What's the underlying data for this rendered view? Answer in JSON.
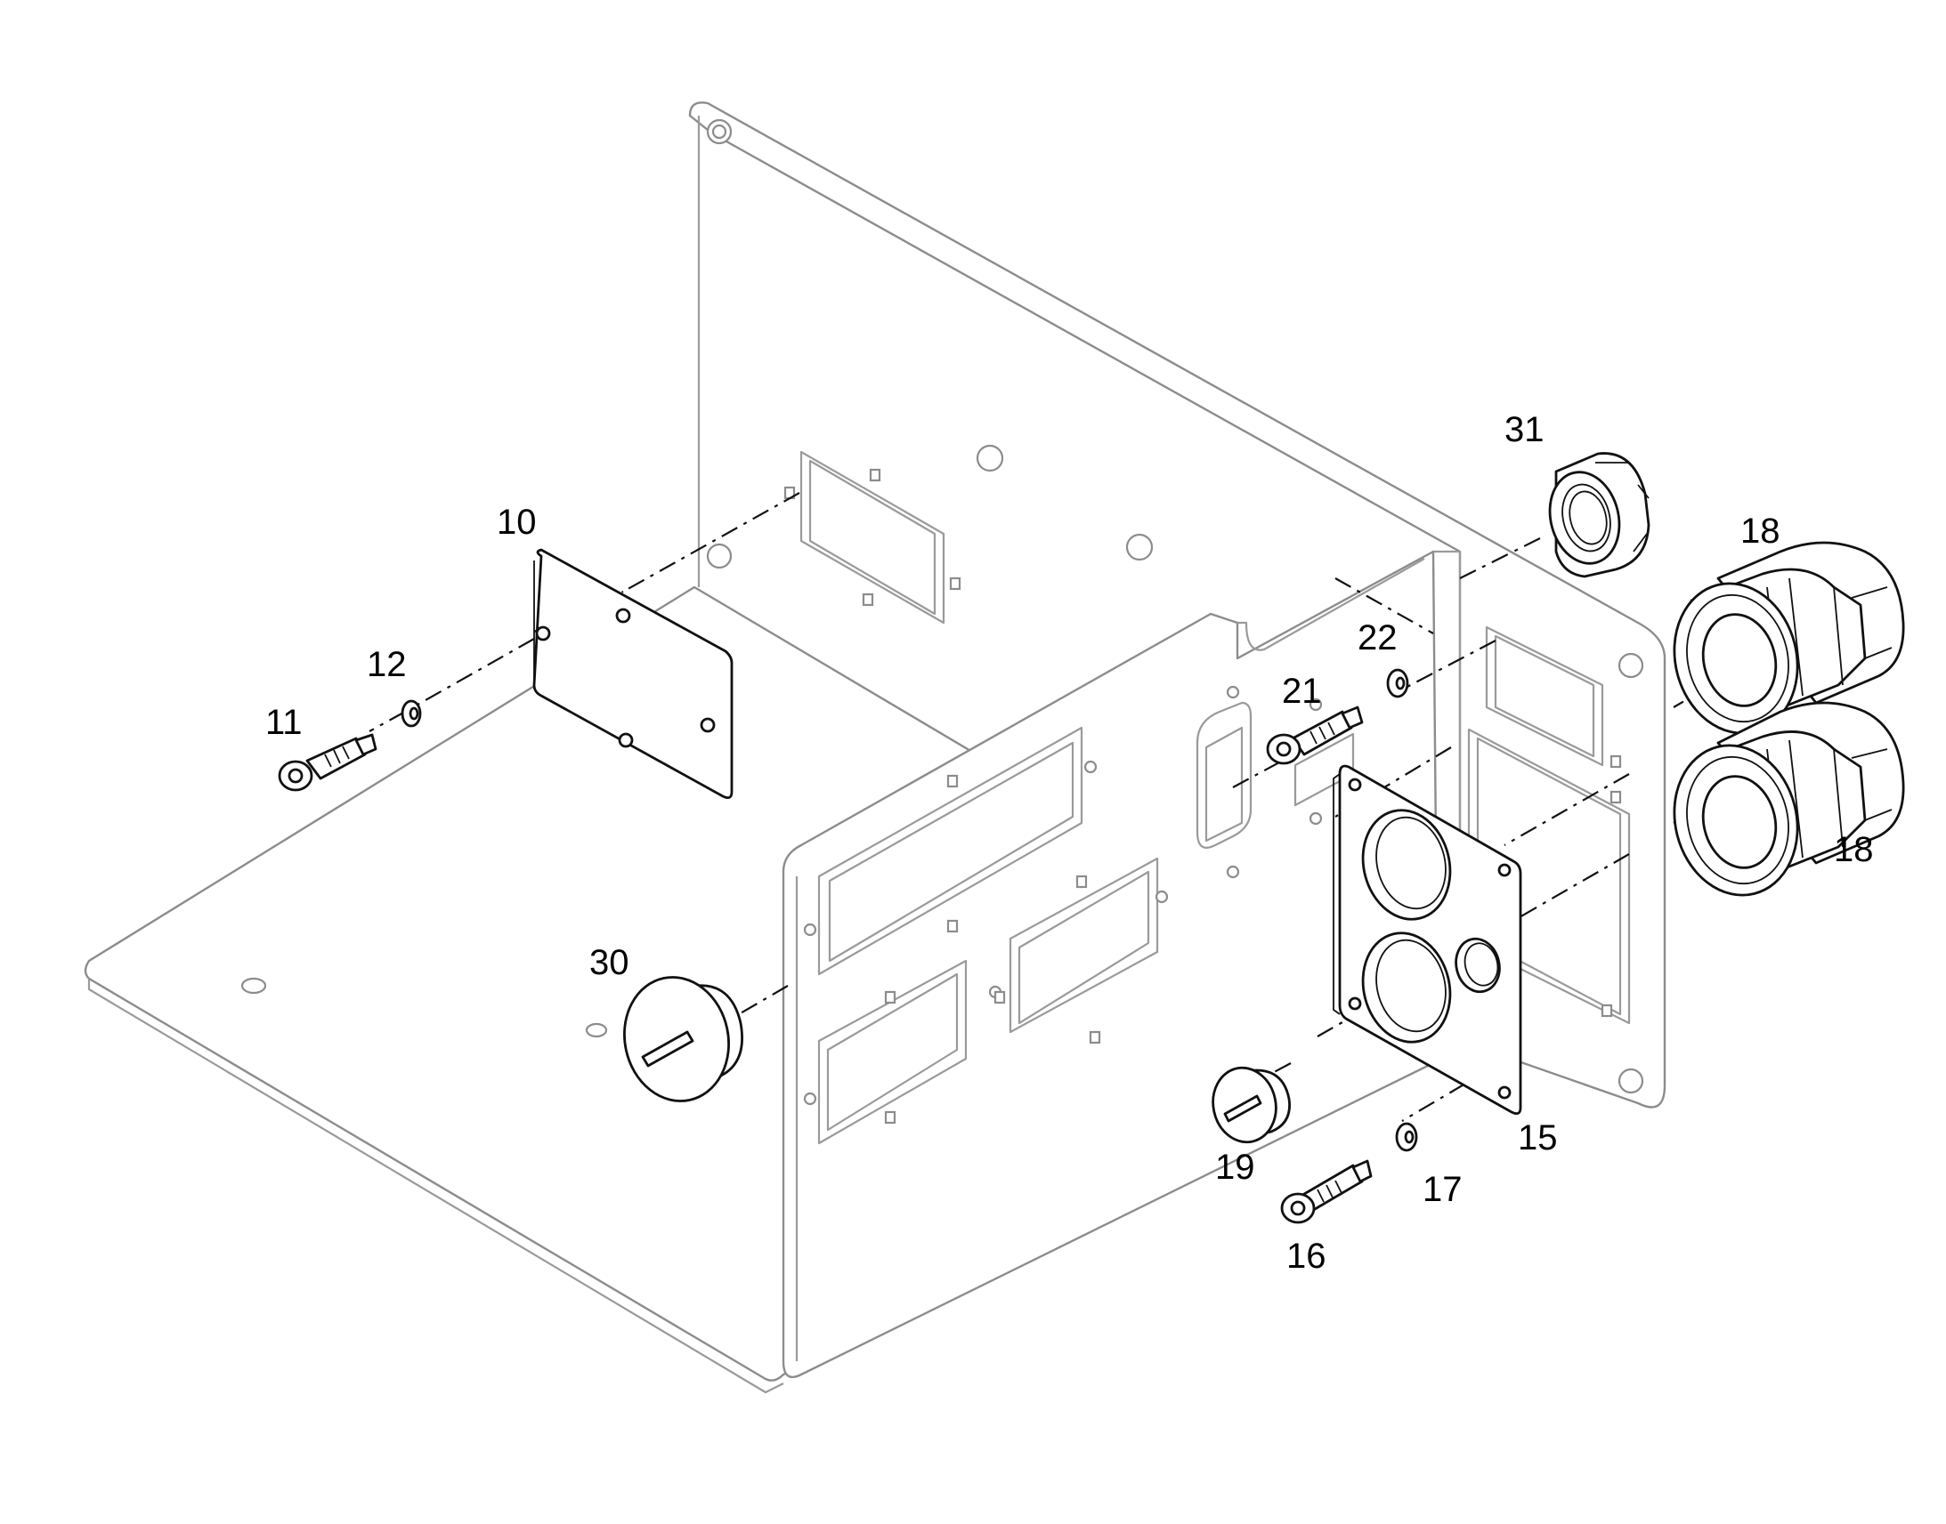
{
  "diagram": {
    "type": "exploded-assembly",
    "callouts": {
      "c10": "10",
      "c11": "11",
      "c12": "12",
      "c15": "15",
      "c16": "16",
      "c17": "17",
      "c18a": "18",
      "c18b": "18",
      "c19": "19",
      "c21": "21",
      "c22": "22",
      "c30": "30",
      "c31": "31"
    }
  }
}
